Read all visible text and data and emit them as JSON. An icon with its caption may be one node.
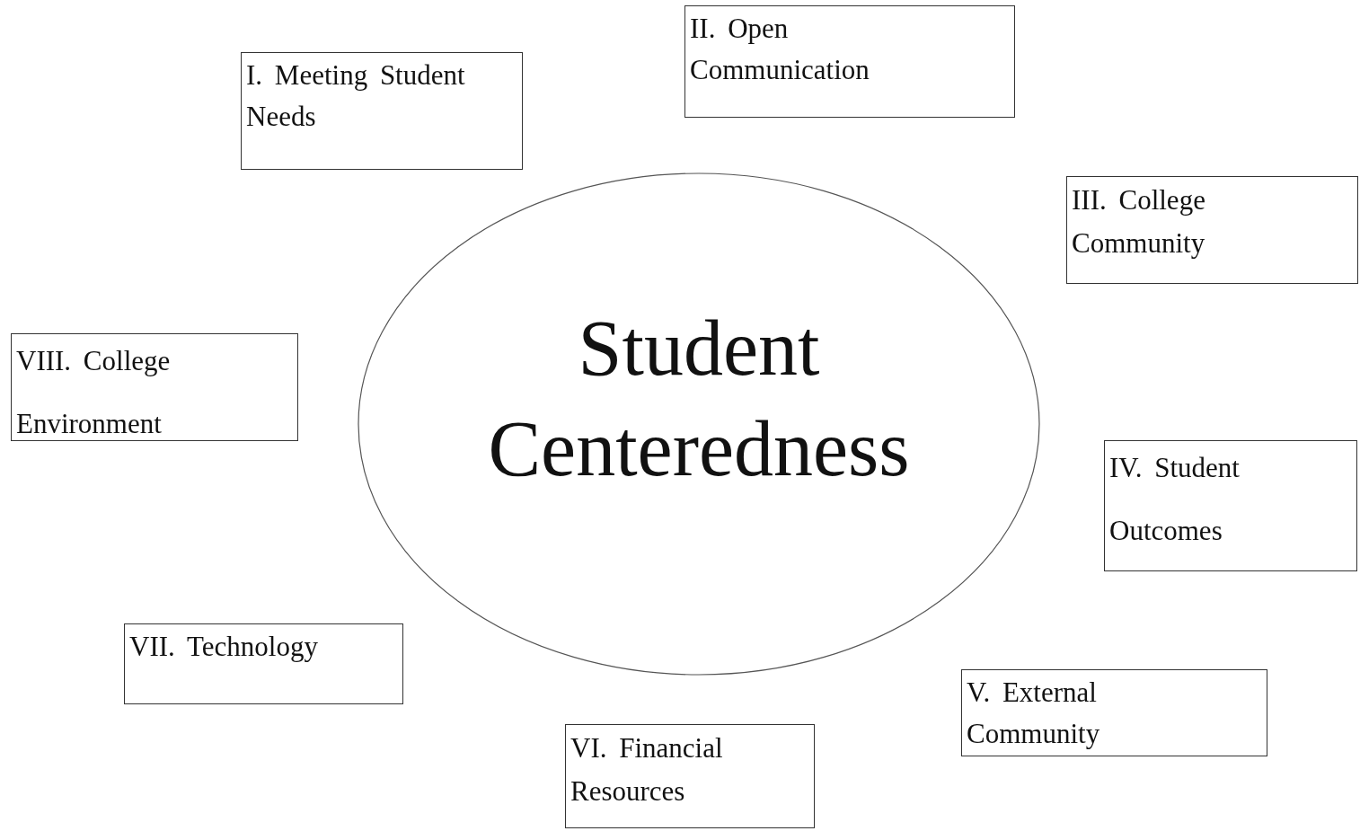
{
  "diagram": {
    "nodes": [
      {
        "text": [
          "I. Meeting Student Needs"
        ]
      },
      {
        "text": [
          "II. Open Communication"
        ]
      },
      {
        "text": [
          "III. College Community"
        ]
      },
      {
        "text": [
          "VIII. College Environment"
        ]
      },
      {
        "text": [
          "Student Centeredness"
        ]
      },
      {
        "text": [
          "IV. Student Outcomes"
        ]
      },
      {
        "text": [
          "VII. Technology"
        ]
      },
      {
        "text": [
          "V. External Community"
        ]
      },
      {
        "text": [
          "VI. Financial Resources"
        ]
      }
    ]
  }
}
